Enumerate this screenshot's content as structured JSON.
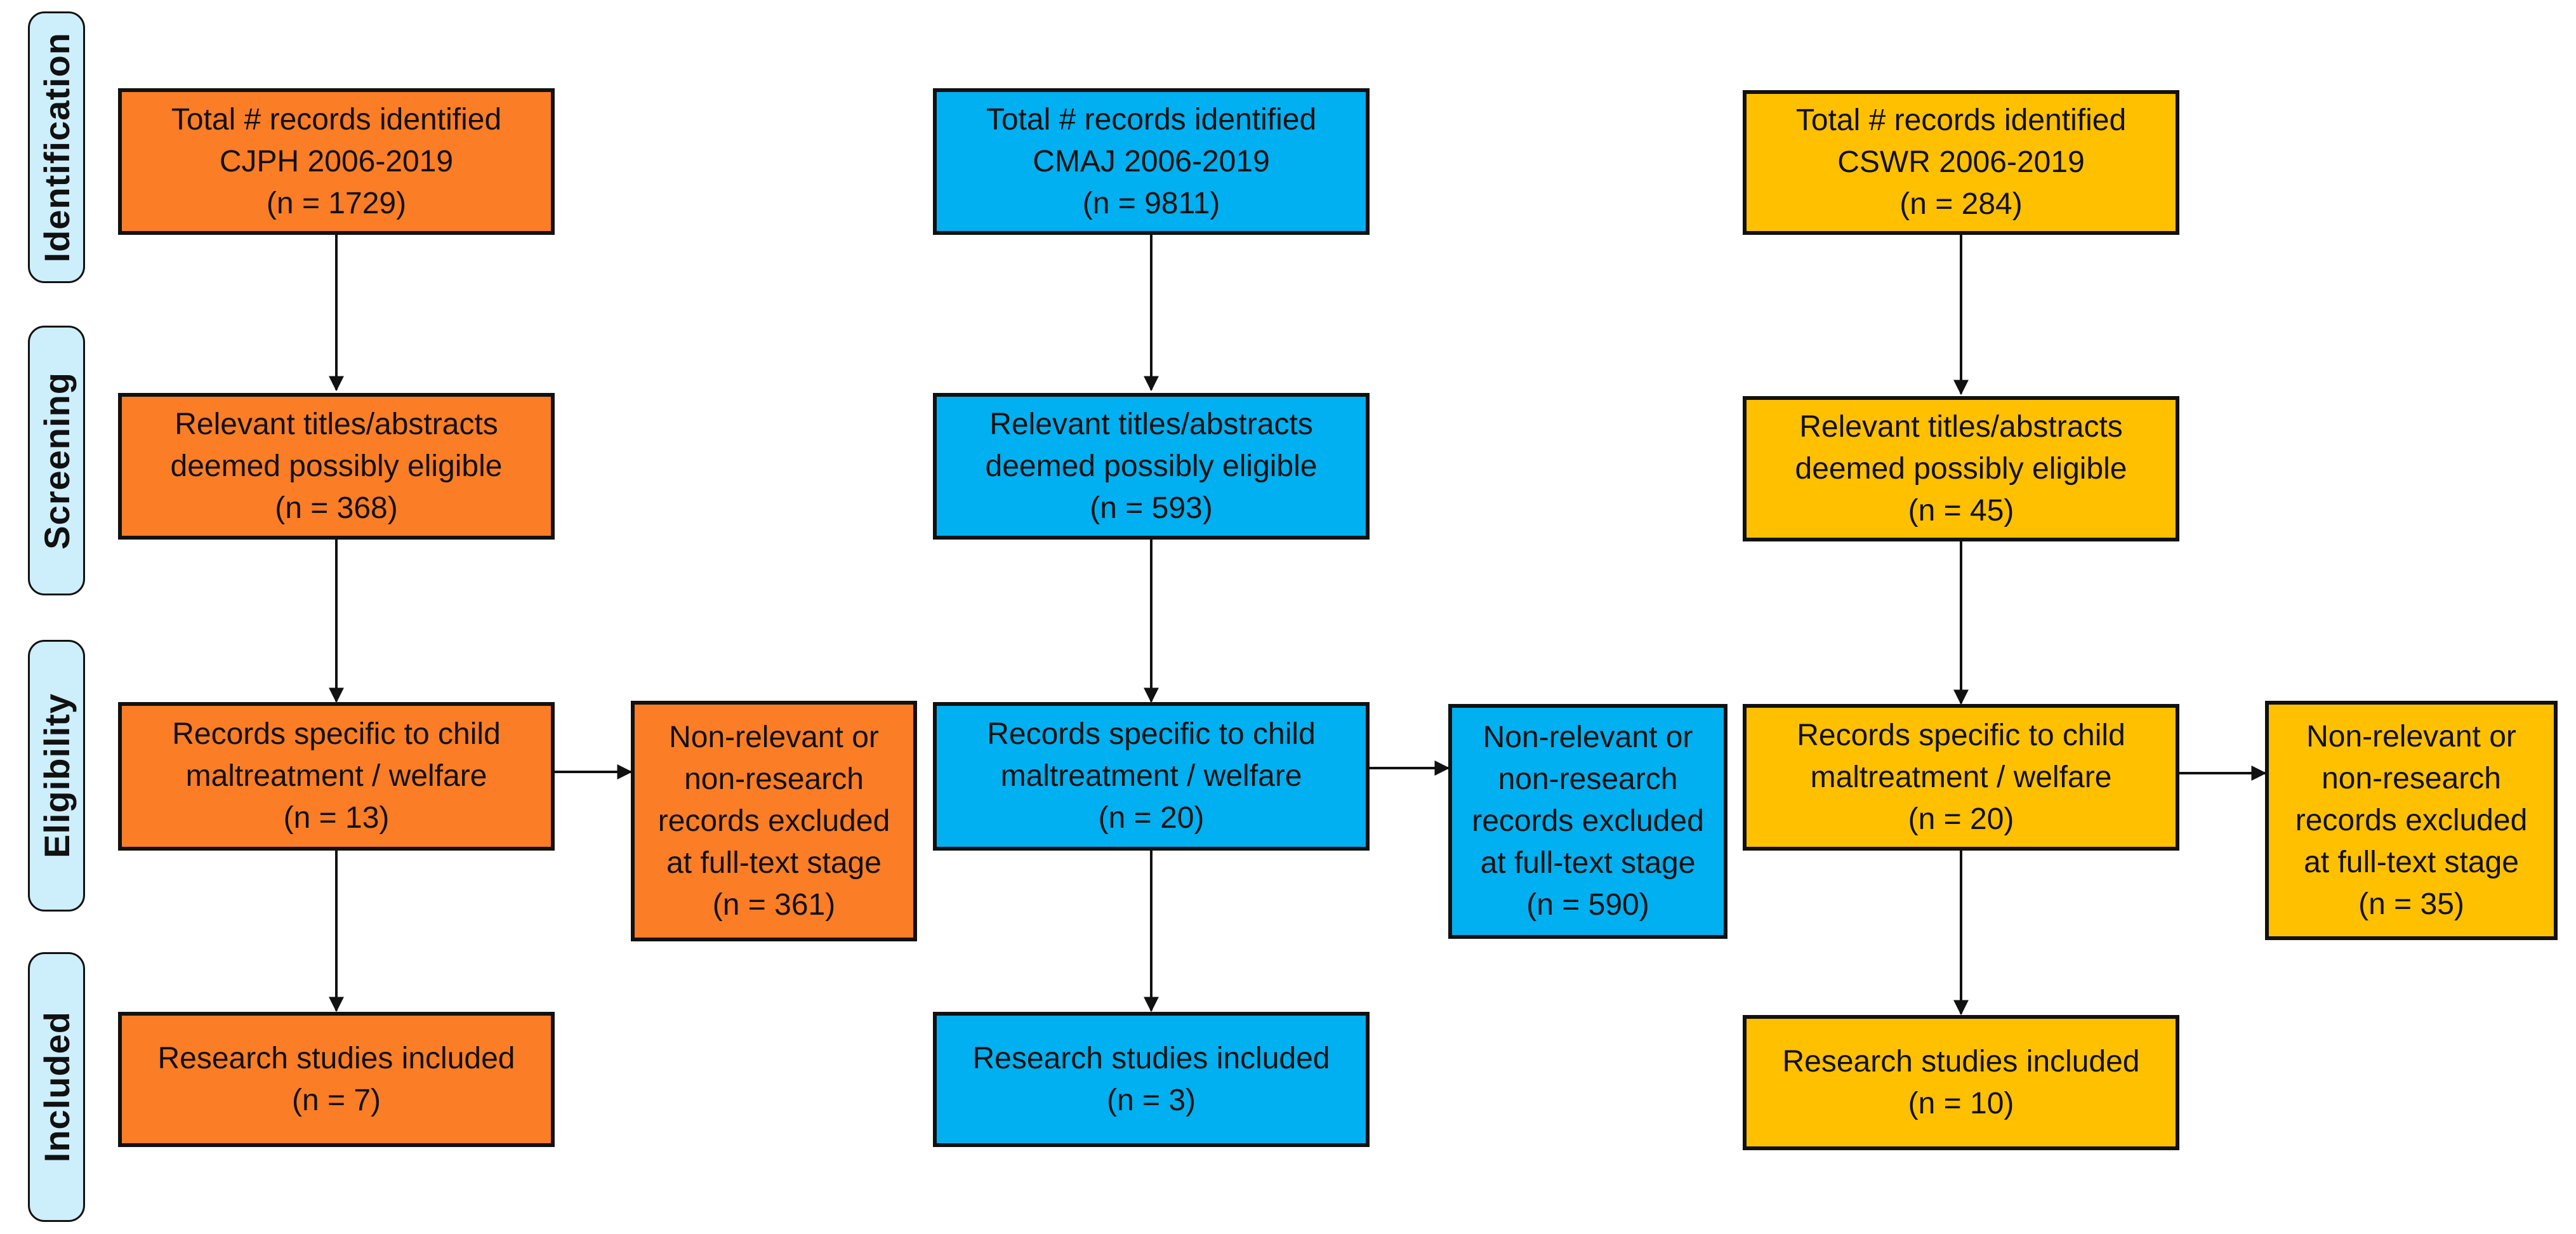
{
  "colors": {
    "cjph": "#fb7d25",
    "cmaj": "#00b0f0",
    "cswr": "#ffc000",
    "phase_fill": "#cdeefb",
    "line": "#111111"
  },
  "phases": {
    "identification": "Identification",
    "screening": "Screening",
    "eligibility": "Eligibility",
    "included": "Included"
  },
  "cjph": {
    "identified": {
      "l1": "Total # records identified",
      "l2": "CJPH 2006-2019",
      "l3": "(n = 1729)"
    },
    "screened": {
      "l1": "Relevant titles/abstracts",
      "l2": "deemed possibly eligible",
      "l3": "(n = 368)"
    },
    "eligible": {
      "l1": "Records specific to child",
      "l2": "maltreatment / welfare",
      "l3": "(n = 13)"
    },
    "excluded": {
      "l1": "Non-relevant or",
      "l2": "non-research",
      "l3": "records excluded",
      "l4": "at full-text stage",
      "l5": "(n = 361)"
    },
    "included": {
      "l1": "Research studies included",
      "l2": "(n = 7)"
    }
  },
  "cmaj": {
    "identified": {
      "l1": "Total # records identified",
      "l2": "CMAJ 2006-2019",
      "l3": "(n = 9811)"
    },
    "screened": {
      "l1": "Relevant titles/abstracts",
      "l2": "deemed possibly eligible",
      "l3": "(n = 593)"
    },
    "eligible": {
      "l1": "Records specific to child",
      "l2": "maltreatment / welfare",
      "l3": "(n = 20)"
    },
    "excluded": {
      "l1": "Non-relevant or",
      "l2": "non-research",
      "l3": "records excluded",
      "l4": "at full-text stage",
      "l5": "(n = 590)"
    },
    "included": {
      "l1": "Research studies included",
      "l2": "(n = 3)"
    }
  },
  "cswr": {
    "identified": {
      "l1": "Total # records identified",
      "l2": "CSWR 2006-2019",
      "l3": "(n = 284)"
    },
    "screened": {
      "l1": "Relevant titles/abstracts",
      "l2": "deemed possibly eligible",
      "l3": "(n = 45)"
    },
    "eligible": {
      "l1": "Records specific to child",
      "l2": "maltreatment / welfare",
      "l3": "(n = 20)"
    },
    "excluded": {
      "l1": "Non-relevant or",
      "l2": "non-research",
      "l3": "records excluded",
      "l4": "at full-text stage",
      "l5": "(n = 35)"
    },
    "included": {
      "l1": "Research studies included",
      "l2": "(n = 10)"
    }
  }
}
